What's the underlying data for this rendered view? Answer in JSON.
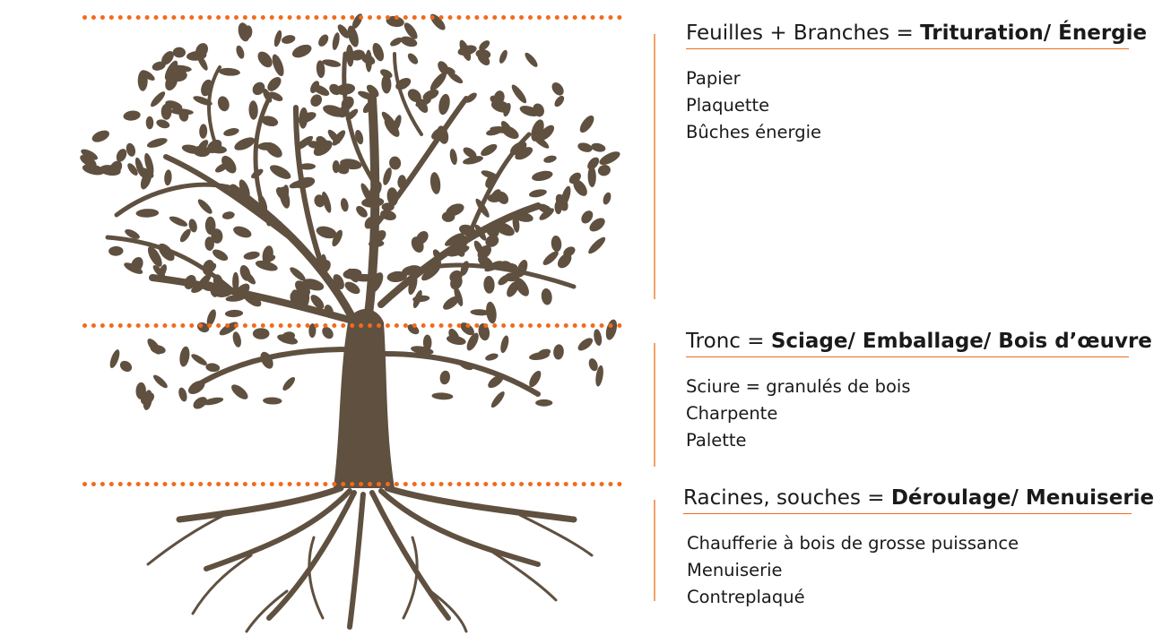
{
  "colors": {
    "accent": "#f26a1b",
    "tree": "#5f5040"
  },
  "sections": [
    {
      "title_plain": "Feuilles + Branches = ",
      "title_bold": "Trituration/ Énergie",
      "items": [
        "Papier",
        "Plaquette",
        "Bûches énergie"
      ]
    },
    {
      "title_plain": "Tronc = ",
      "title_bold": "Sciage/ Emballage/ Bois d’œuvre",
      "items": [
        "Sciure = granulés de bois",
        "Charpente",
        "Palette"
      ]
    },
    {
      "title_plain": "Racines, souches = ",
      "title_bold": "Déroulage/ Menuiserie",
      "items": [
        "Chaufferie à bois de grosse puissance",
        "Menuiserie",
        "Contreplaqué"
      ]
    }
  ]
}
